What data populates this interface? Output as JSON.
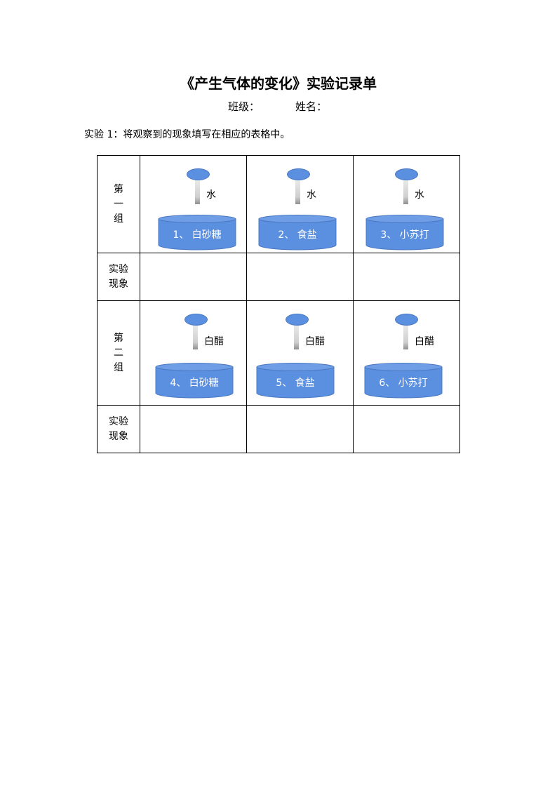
{
  "title": "《产生气体的变化》实验记录单",
  "class_label": "班级：",
  "name_label": "姓名：",
  "instruction": "实验 1：将观察到的现象填写在相应的表格中。",
  "groups": [
    {
      "label": [
        "第",
        "一",
        "组"
      ],
      "observation_label": [
        "实验",
        "现象"
      ],
      "liquid": "水",
      "substances": [
        "1、 白砂糖",
        "2、 食盐",
        "3、 小苏打"
      ]
    },
    {
      "label": [
        "第",
        "二",
        "组"
      ],
      "observation_label": [
        "实验",
        "现象"
      ],
      "liquid": "白醋",
      "substances": [
        "4、 白砂糖",
        "5、 食盐",
        "6、 小苏打"
      ]
    }
  ],
  "colors": {
    "beaker_fill": "#5b8fe0",
    "beaker_top": "#6f9ee6",
    "dropper_head": "#5b8fe0"
  }
}
